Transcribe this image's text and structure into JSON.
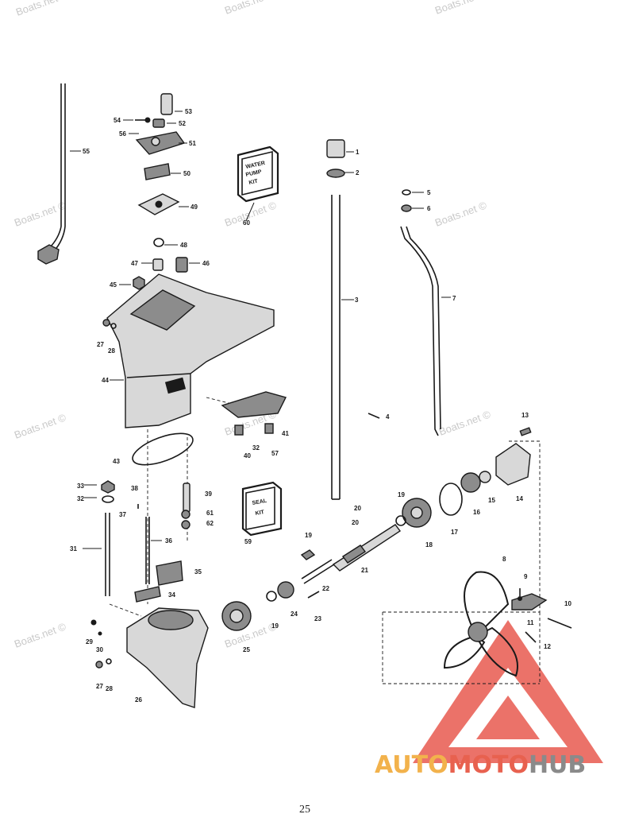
{
  "watermark": {
    "text": "Boats.net ©"
  },
  "kits": {
    "water_pump": [
      "WATER",
      "PUMP",
      "KIT"
    ],
    "seal": [
      "SEAL",
      "KIT"
    ]
  },
  "kit_labels": {
    "water_pump_number": "60",
    "seal_number": "59"
  },
  "callouts": [
    "1",
    "2",
    "3",
    "4",
    "5",
    "6",
    "7",
    "8",
    "9",
    "10",
    "11",
    "12",
    "13",
    "14",
    "15",
    "16",
    "17",
    "18",
    "19",
    "20",
    "21",
    "22",
    "23",
    "24",
    "25",
    "26",
    "27",
    "28",
    "29",
    "30",
    "31",
    "32",
    "33",
    "34",
    "35",
    "36",
    "37",
    "38",
    "39",
    "40",
    "41",
    "43",
    "44",
    "45",
    "46",
    "47",
    "48",
    "49",
    "50",
    "51",
    "52",
    "53",
    "54",
    "55",
    "56",
    "57",
    "61",
    "62",
    "19b",
    "27b",
    "28b",
    "32b"
  ],
  "callout_text": {
    "1": "1",
    "2": "2",
    "3": "3",
    "4": "4",
    "5": "5",
    "6": "6",
    "7": "7",
    "8": "8",
    "9": "9",
    "10": "10",
    "11": "11",
    "12": "12",
    "13": "13",
    "14": "14",
    "15": "15",
    "16": "16",
    "17": "17",
    "18": "18",
    "19": "19",
    "20": "20",
    "21": "21",
    "22": "22",
    "23": "23",
    "24": "24",
    "25": "25",
    "26": "26",
    "27": "27",
    "28": "28",
    "29": "29",
    "30": "30",
    "31": "31",
    "32": "32",
    "33": "33",
    "34": "34",
    "35": "35",
    "36": "36",
    "37": "37",
    "38": "38",
    "39": "39",
    "40": "40",
    "41": "41",
    "43": "43",
    "44": "44",
    "45": "45",
    "46": "46",
    "47": "47",
    "48": "48",
    "49": "49",
    "50": "50",
    "51": "51",
    "52": "52",
    "53": "53",
    "54": "54",
    "55": "55",
    "56": "56",
    "57": "57",
    "61": "61",
    "62": "62",
    "19b": "19",
    "27b": "27",
    "28b": "28",
    "32b": "32"
  },
  "brand": {
    "part1": "AUTO",
    "part2": "MOTO",
    "part3": "HUB",
    "color_part1": "#f2b24c",
    "color_part2": "#e8614f",
    "color_part3": "#8a8a8a",
    "logo_color": "#e85a4f"
  },
  "page_number": "25"
}
